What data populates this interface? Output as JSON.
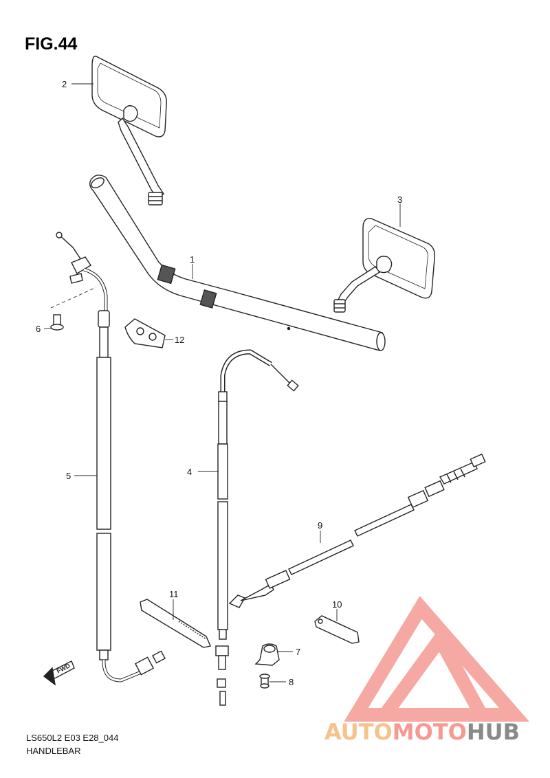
{
  "figure": {
    "title": "FIG.44",
    "model_code": "LS650L2 E03 E28_044",
    "section_name": "HANDLEBAR"
  },
  "callouts": [
    {
      "id": "1",
      "label": "1"
    },
    {
      "id": "2",
      "label": "2"
    },
    {
      "id": "3",
      "label": "3"
    },
    {
      "id": "4",
      "label": "4"
    },
    {
      "id": "5",
      "label": "5"
    },
    {
      "id": "6",
      "label": "6"
    },
    {
      "id": "7",
      "label": "7"
    },
    {
      "id": "8",
      "label": "8"
    },
    {
      "id": "9",
      "label": "9"
    },
    {
      "id": "10",
      "label": "10"
    },
    {
      "id": "11",
      "label": "11"
    },
    {
      "id": "12",
      "label": "12"
    }
  ],
  "direction_marker": "FWD",
  "watermark": {
    "part1": "AUTO",
    "part2": "MOTO",
    "part3": "HUB",
    "colors": {
      "part1": "#f7c38c",
      "part2": "#f59a92",
      "part3": "#8a8a8a",
      "logo": "#f59a92"
    }
  }
}
